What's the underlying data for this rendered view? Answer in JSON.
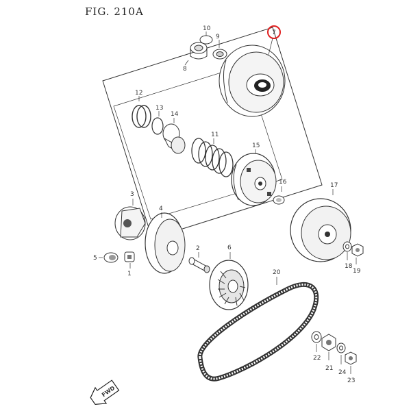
{
  "figure": {
    "title": "FIG. 210A",
    "highlight_color": "#e02020"
  },
  "parts": {
    "p1": "1",
    "p2": "2",
    "p3": "3",
    "p4": "4",
    "p5": "5",
    "p6": "6",
    "p7": "7",
    "p8": "8",
    "p9": "9",
    "p10": "10",
    "p11": "11",
    "p12": "12",
    "p13": "13",
    "p14": "14",
    "p15": "15",
    "p16": "16",
    "p17": "17",
    "p18": "18",
    "p19": "19",
    "p20": "20",
    "p21": "21",
    "p22": "22",
    "p23": "23",
    "p24": "24"
  },
  "direction_label": "FWD"
}
